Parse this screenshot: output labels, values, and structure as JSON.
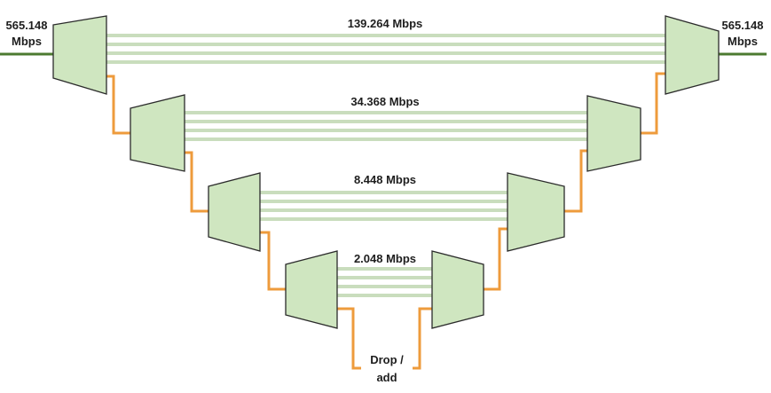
{
  "diagram": {
    "left_rate": [
      "565.148",
      "Mbps"
    ],
    "right_rate": [
      "565.148",
      "Mbps"
    ],
    "levels": [
      {
        "label": "139.264 Mbps"
      },
      {
        "label": "34.368 Mbps"
      },
      {
        "label": "8.448 Mbps"
      },
      {
        "label": "2.048 Mbps"
      }
    ],
    "drop_add": [
      "Drop /",
      "add"
    ]
  },
  "colors": {
    "mux_fill": "#cfe6c0",
    "mux_stroke": "#2b2b2b",
    "trunk_line": "#c9ddbd",
    "tributary_line": "#ee9b3c",
    "external_line": "#4c7a30"
  }
}
